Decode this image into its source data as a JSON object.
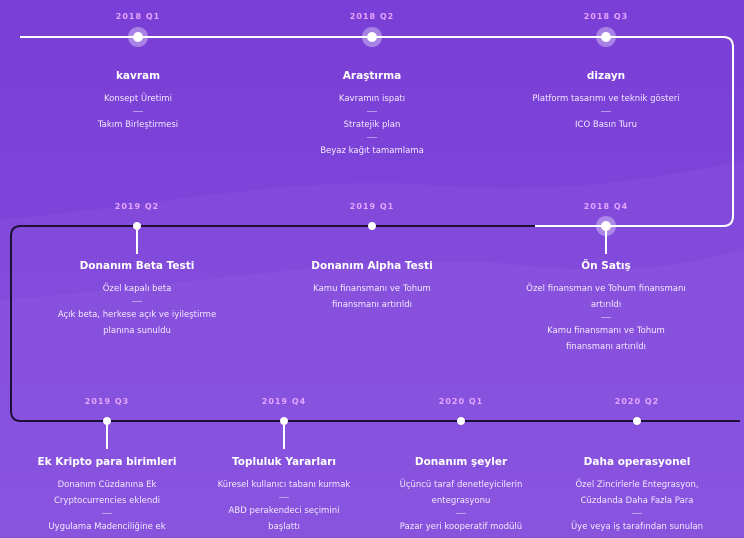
{
  "roadmap": {
    "rows": [
      {
        "nodes": [
          {
            "quarter": "2018 Q1",
            "title": "kavram",
            "items": [
              "Konsept Üretimi",
              "Takım Birleştirmesi"
            ]
          },
          {
            "quarter": "2018 Q2",
            "title": "Araştırma",
            "items": [
              "Kavramın ispatı",
              "Stratejik plan",
              "Beyaz kağıt tamamlama"
            ]
          },
          {
            "quarter": "2018 Q3",
            "title": "dizayn",
            "items": [
              "Platform tasarımı ve teknik gösteri",
              "ICO Basın Turu"
            ]
          }
        ]
      },
      {
        "nodes": [
          {
            "quarter": "2019 Q2",
            "title": "Donanım Beta Testi",
            "items": [
              "Özel kapalı beta",
              "Açık beta, herkese açık ve iyileştirme planına sunuldu"
            ]
          },
          {
            "quarter": "2019 Q1",
            "title": "Donanım Alpha Testi",
            "items": [
              "Kamu finansmanı ve Tohum finansmanı artırıldı"
            ]
          },
          {
            "quarter": "2018 Q4",
            "title": "Ön Satış",
            "items": [
              "Özel finansman ve Tohum finansmanı artırıldı",
              "Kamu finansmanı ve Tohum finansmanı artırıldı"
            ]
          }
        ]
      },
      {
        "nodes": [
          {
            "quarter": "2019 Q3",
            "title": "Ek Kripto para birimleri",
            "items": [
              "Donanım Cüzdanına Ek Cryptocurrencies eklendi",
              "Uygulama Madenciliğine ek"
            ]
          },
          {
            "quarter": "2019 Q4",
            "title": "Topluluk Yararları",
            "items": [
              "Küresel kullanıcı tabanı kurmak",
              "ABD perakendeci seçimini başlattı"
            ]
          },
          {
            "quarter": "2020 Q1",
            "title": "Donanım şeyler",
            "items": [
              "Üçüncü taraf denetleyicilerin entegrasyonu",
              "Pazar yeri kooperatif modülü"
            ]
          },
          {
            "quarter": "2020 Q2",
            "title": "Daha operasyonel",
            "items": [
              "Özel Zincirlerle Entegrasyon, Cüzdanda Daha Fazla Para",
              "Üye veya iş tarafından sunulan"
            ]
          }
        ]
      }
    ]
  }
}
